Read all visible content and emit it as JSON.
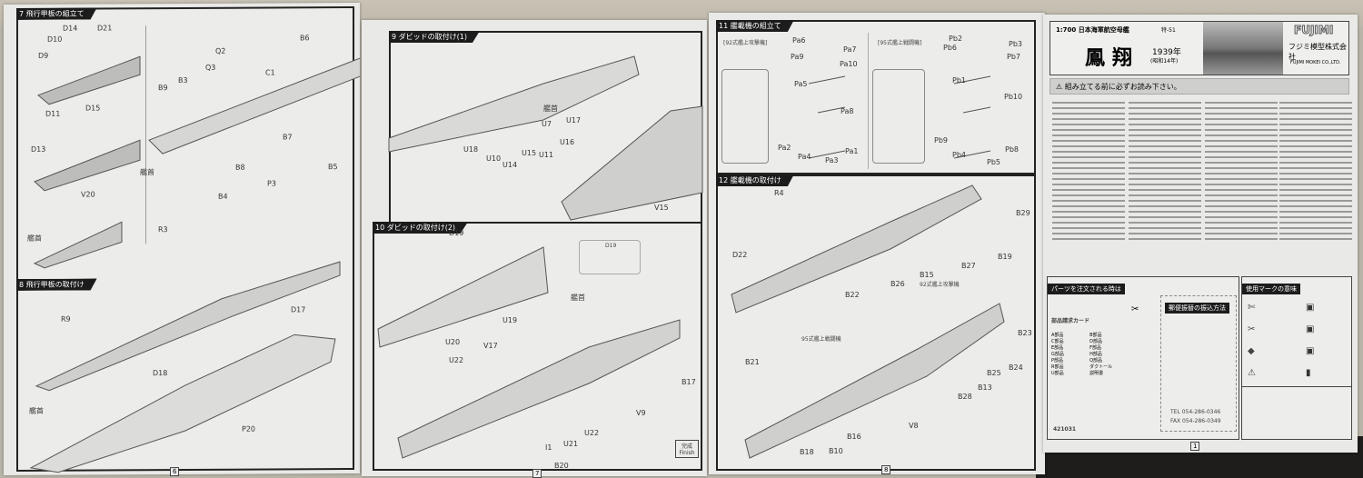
{
  "sheet1": {
    "step7_title": "7 飛行甲板の組立て",
    "step8_title": "8 飛行甲板の取付け",
    "labels": [
      "D14",
      "D21",
      "D10",
      "D9",
      "D11",
      "D15",
      "D13",
      "V20",
      "Q2",
      "Q3",
      "B3",
      "B9",
      "C1",
      "B6",
      "B7",
      "B8",
      "B4",
      "B5",
      "P3",
      "R3",
      "R9",
      "D17",
      "D18",
      "P20",
      "艦首",
      "艦首",
      "艦首"
    ],
    "page": "6"
  },
  "sheet2": {
    "step9_title": "9 ダビッドの取付け(1)",
    "step10_title": "10 ダビッドの取付け(2)",
    "labels": [
      "U17",
      "U7",
      "U16",
      "U18",
      "U10",
      "U15",
      "U11",
      "U14",
      "V15",
      "D19",
      "U19",
      "U20",
      "V17",
      "U22",
      "B17",
      "V9",
      "U22",
      "U21",
      "I1",
      "B20",
      "艦首",
      "艦首",
      "D19"
    ],
    "finish": "完成 Finish",
    "page": "7"
  },
  "sheet3": {
    "step11_title": "11 艦載機の組立て",
    "step12_title": "12 艦載機の取付け",
    "plane1": "[92式艦上攻撃機]",
    "plane2": "[95式艦上戦闘機]",
    "labels": [
      "Pa6",
      "Pa7",
      "Pa9",
      "Pa10",
      "Pa5",
      "Pa8",
      "Pa2",
      "Pa4",
      "Pa3",
      "Pa1",
      "Pb2",
      "Pb3",
      "Pb6",
      "Pb7",
      "Pb1",
      "Pb10",
      "Pb9",
      "Pb4",
      "Pb5",
      "Pb8",
      "R4",
      "D22",
      "B29",
      "B19",
      "B27",
      "B15",
      "B26",
      "B22",
      "B23",
      "B21",
      "B25",
      "B24",
      "B13",
      "B28",
      "B16",
      "V8",
      "B18",
      "B10",
      "92式艦上攻撃機",
      "95式艦上戦闘機"
    ],
    "page": "8"
  },
  "sheet4": {
    "scale_series": "1:700 日本海軍航空母艦",
    "ship_name": "鳳翔",
    "year": "1939年",
    "era": "(昭和14年)",
    "code": "特-51",
    "maker_logo": "FUJIMI",
    "maker_name": "フジミ模型株式会社",
    "maker_en": "FUJIMI MOKEI CO.,LTD.",
    "notice": "組み立てる前に必ずお読み下さい。",
    "parts_order_title": "パーツを注文される時は",
    "parts_card_title": "部品請求カード",
    "postal_title": "郵便振替の振込方法",
    "marks_title": "使用マークの意味",
    "tel": "TEL 054-286-0346",
    "fax": "FAX 054-286-0349",
    "item_code": "421031",
    "order_rows": [
      [
        "A部品",
        "B部品"
      ],
      [
        "C部品",
        "D部品"
      ],
      [
        "E部品",
        "F部品"
      ],
      [
        "G部品",
        "H部品"
      ],
      [
        "P部品",
        "Q部品"
      ],
      [
        "R部品",
        "ダクトール"
      ],
      [
        "U部品",
        "説明書"
      ]
    ],
    "page": "1"
  }
}
